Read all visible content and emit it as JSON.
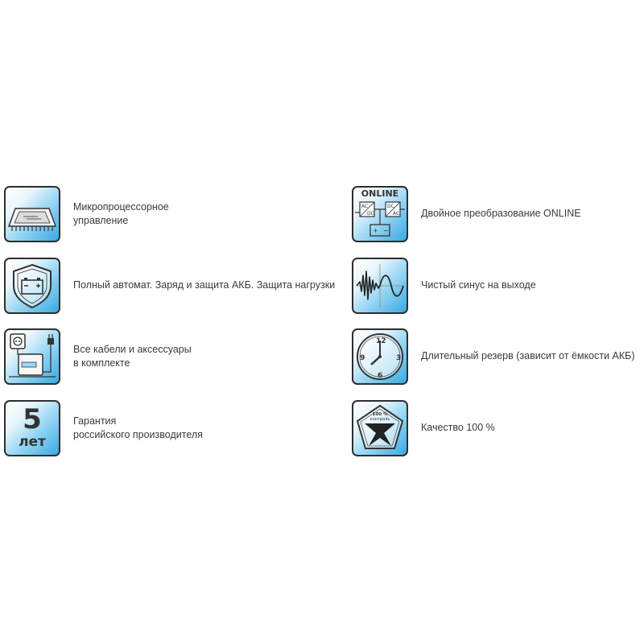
{
  "features": [
    {
      "id": "microprocessor",
      "icon": "circuit-board-icon",
      "lines": [
        "Микропроцессорное",
        "управление"
      ]
    },
    {
      "id": "protection",
      "icon": "battery-shield-icon",
      "lines": [
        "Полный автомат. Заряд и защита АКБ. Защита нагрузки"
      ]
    },
    {
      "id": "cables",
      "icon": "outlet-cable-icon",
      "lines": [
        "Все кабели и аксессуары",
        "в комплекте"
      ]
    },
    {
      "id": "warranty",
      "icon": "warranty-5-years-icon",
      "icon_text": [
        "5",
        "лет"
      ],
      "lines": [
        "Гарантия",
        "российского производителя"
      ]
    },
    {
      "id": "online",
      "icon": "online-conversion-icon",
      "icon_text": [
        "ONLINE"
      ],
      "lines": [
        "Двойное преобразование ONLINE"
      ]
    },
    {
      "id": "sine",
      "icon": "sine-wave-icon",
      "lines": [
        "Чистый синус на выходе"
      ]
    },
    {
      "id": "backup",
      "icon": "clock-icon",
      "lines": [
        "Длительный резерв (зависит от ёмкости АКБ)"
      ]
    },
    {
      "id": "quality",
      "icon": "quality-mark-icon",
      "icon_text": [
        "100 %",
        "контроль"
      ],
      "lines": [
        "Качество 100 %"
      ]
    }
  ],
  "colors": {
    "icon_border": "#2e2e2e",
    "icon_gradient_light": "#e9f6fd",
    "icon_gradient_dark": "#39a9e1",
    "text": "#3a3a3a"
  }
}
